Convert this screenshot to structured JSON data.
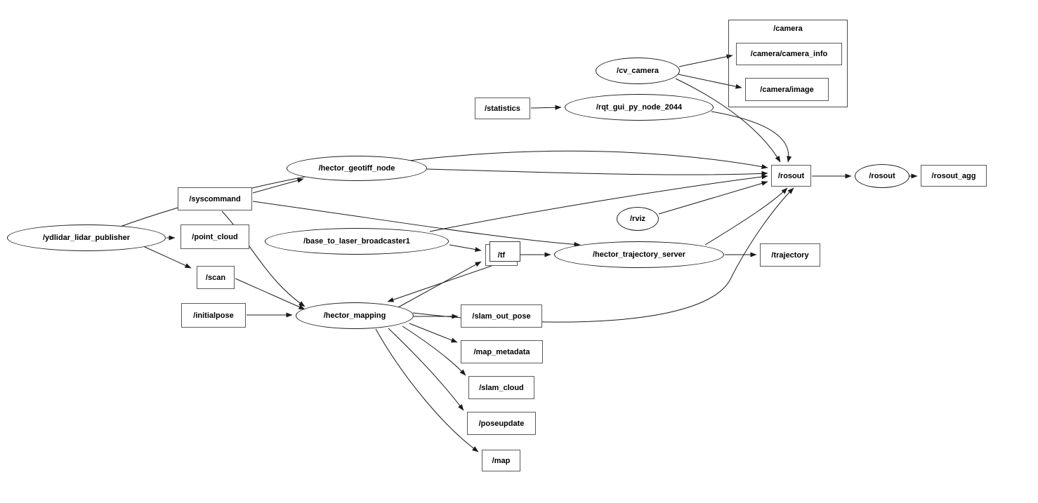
{
  "app": {
    "kind": "ros-node-graph",
    "background": "#ffffff"
  },
  "colors": {
    "edge": "#1a1a1a",
    "node_stroke": "#1c1c1c",
    "topic_stroke": "#5a5a5a",
    "text": "#000000"
  },
  "groups": {
    "camera": {
      "label": "/camera"
    }
  },
  "nodes": {
    "cv_camera": {
      "label": "/cv_camera"
    },
    "rqt_gui": {
      "label": "/rqt_gui_py_node_2044"
    },
    "hector_geotiff_node": {
      "label": "/hector_geotiff_node"
    },
    "ydlidar_lidar_publisher": {
      "label": "/ydlidar_lidar_publisher"
    },
    "base_to_laser_broadcaster1": {
      "label": "/base_to_laser_broadcaster1"
    },
    "hector_mapping": {
      "label": "/hector_mapping"
    },
    "hector_trajectory_server": {
      "label": "/hector_trajectory_server"
    },
    "rviz": {
      "label": "/rviz"
    },
    "rosout_node": {
      "label": "/rosout"
    }
  },
  "topics": {
    "camera_camera_info": {
      "label": "/camera/camera_info"
    },
    "camera_image": {
      "label": "/camera/image"
    },
    "statistics": {
      "label": "/statistics"
    },
    "syscommand": {
      "label": "/syscommand"
    },
    "point_cloud": {
      "label": "/point_cloud"
    },
    "scan": {
      "label": "/scan"
    },
    "initialpose": {
      "label": "/initialpose"
    },
    "tf": {
      "label": "/tf"
    },
    "trajectory": {
      "label": "/trajectory"
    },
    "rosout": {
      "label": "/rosout"
    },
    "rosout_agg": {
      "label": "/rosout_agg"
    },
    "slam_out_pose": {
      "label": "/slam_out_pose"
    },
    "map_metadata": {
      "label": "/map_metadata"
    },
    "slam_cloud": {
      "label": "/slam_cloud"
    },
    "poseupdate": {
      "label": "/poseupdate"
    },
    "map": {
      "label": "/map"
    }
  },
  "edges": [
    {
      "from": "/ydlidar_lidar_publisher",
      "to": "/point_cloud"
    },
    {
      "from": "/ydlidar_lidar_publisher",
      "to": "/scan"
    },
    {
      "from": "/ydlidar_lidar_publisher",
      "to": "/rosout"
    },
    {
      "from": "/statistics",
      "to": "/rqt_gui_py_node_2044"
    },
    {
      "from": "/rqt_gui_py_node_2044",
      "to": "/rosout"
    },
    {
      "from": "/cv_camera",
      "to": "/camera/camera_info"
    },
    {
      "from": "/cv_camera",
      "to": "/camera/image"
    },
    {
      "from": "/cv_camera",
      "to": "/rosout"
    },
    {
      "from": "/hector_geotiff_node",
      "to": "/rosout"
    },
    {
      "from": "/syscommand",
      "to": "/hector_geotiff_node"
    },
    {
      "from": "/syscommand",
      "to": "/hector_trajectory_server"
    },
    {
      "from": "/syscommand",
      "to": "/hector_mapping"
    },
    {
      "from": "/base_to_laser_broadcaster1",
      "to": "/tf"
    },
    {
      "from": "/base_to_laser_broadcaster1",
      "to": "/rosout"
    },
    {
      "from": "/hector_mapping",
      "to": "/tf"
    },
    {
      "from": "/tf",
      "to": "/hector_mapping"
    },
    {
      "from": "/tf",
      "to": "/hector_trajectory_server"
    },
    {
      "from": "/hector_trajectory_server",
      "to": "/trajectory"
    },
    {
      "from": "/hector_trajectory_server",
      "to": "/rosout"
    },
    {
      "from": "/hector_mapping",
      "to": "/rosout"
    },
    {
      "from": "/rviz",
      "to": "/rosout"
    },
    {
      "from": "/hector_mapping",
      "to": "/slam_out_pose"
    },
    {
      "from": "/hector_mapping",
      "to": "/map_metadata"
    },
    {
      "from": "/hector_mapping",
      "to": "/slam_cloud"
    },
    {
      "from": "/hector_mapping",
      "to": "/poseupdate"
    },
    {
      "from": "/hector_mapping",
      "to": "/map"
    },
    {
      "from": "/initialpose",
      "to": "/hector_mapping"
    },
    {
      "from": "/scan",
      "to": "/hector_mapping"
    },
    {
      "from": "/rosout",
      "to": "/rosout"
    },
    {
      "from": "/rosout",
      "to": "/rosout_agg"
    }
  ]
}
